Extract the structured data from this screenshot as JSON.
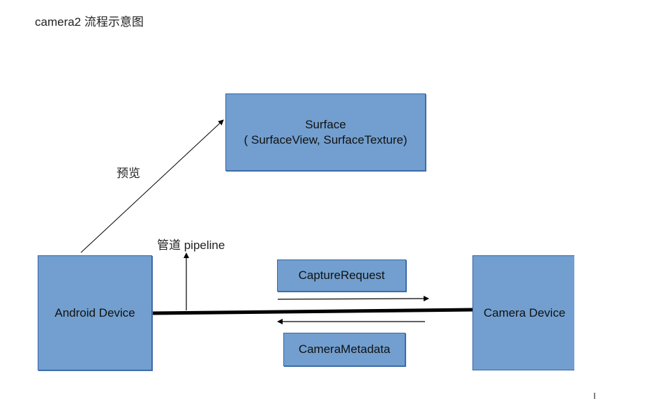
{
  "title": "camera2 流程示意图",
  "nodes": {
    "surface": {
      "line1": "Surface",
      "line2": "( SurfaceView, SurfaceTexture)"
    },
    "android_device": {
      "label": "Android Device"
    },
    "camera_device": {
      "label": "Camera Device"
    },
    "capture_request": {
      "label": "CaptureRequest"
    },
    "camera_metadata": {
      "label": "CameraMetadata"
    }
  },
  "edge_labels": {
    "preview": "预览",
    "pipeline": "管道 pipeline"
  },
  "colors": {
    "box_fill": "#729fcf",
    "box_border": "#3465a4",
    "line": "#000000"
  }
}
